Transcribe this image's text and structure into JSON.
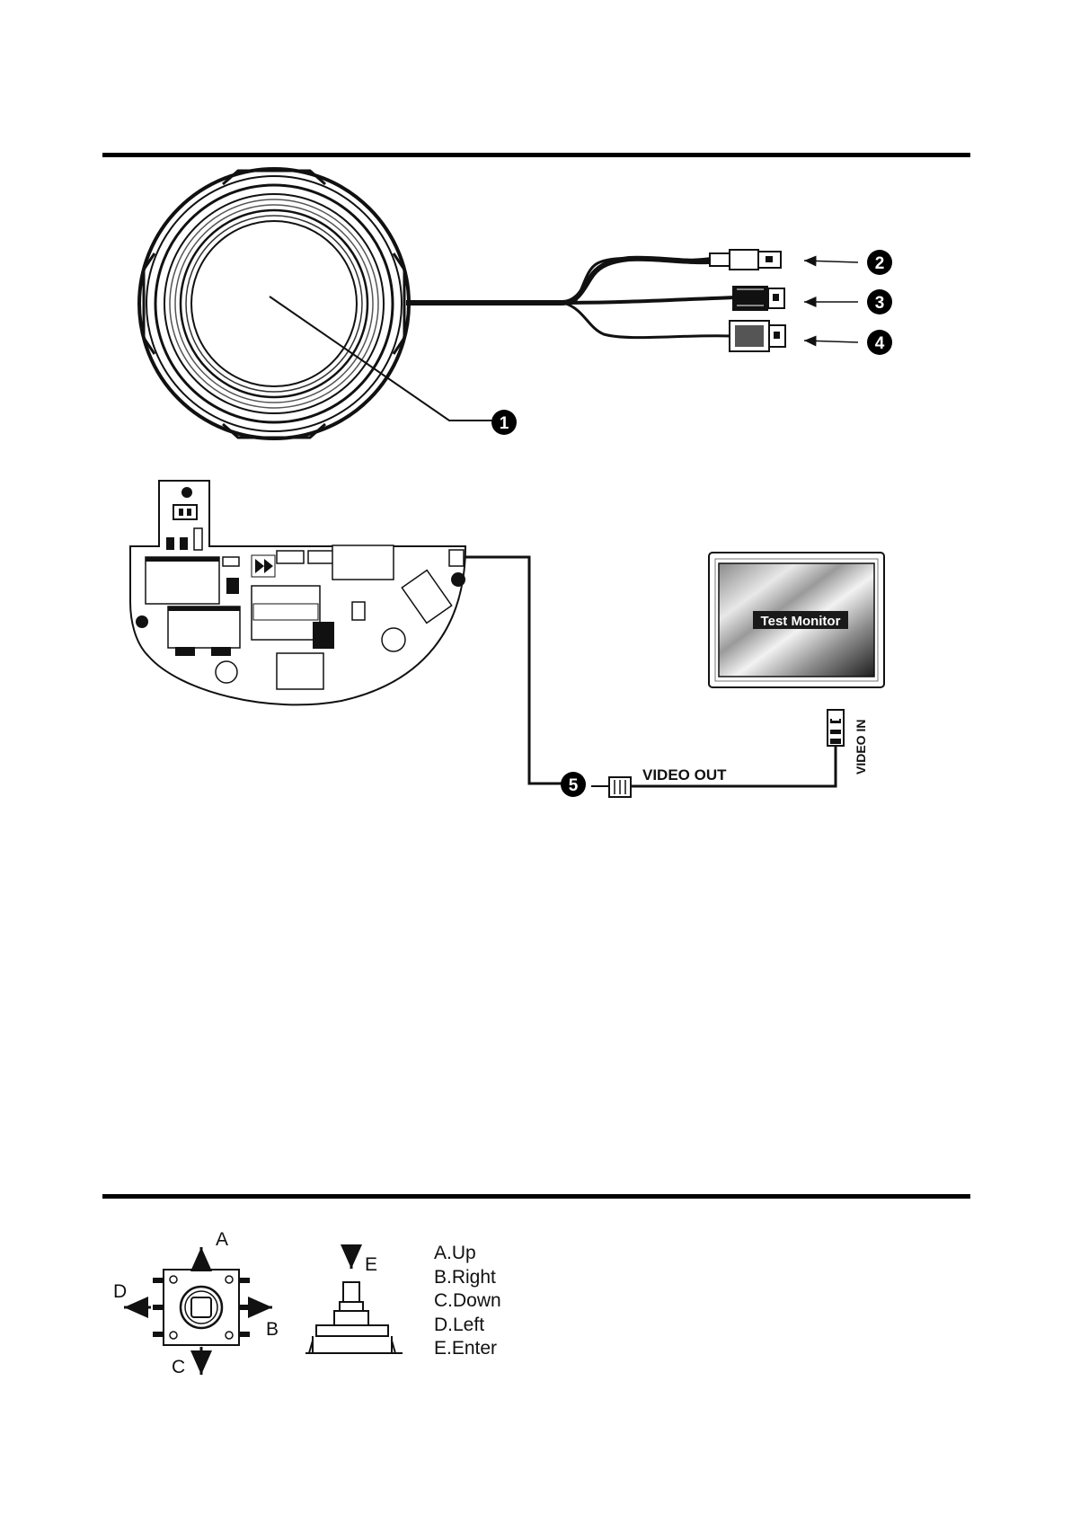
{
  "callouts": [
    "1",
    "2",
    "3",
    "4",
    "5"
  ],
  "monitor_label": "Test Monitor",
  "video_out_label": "VIDEO OUT",
  "video_in_label": "VIDEO IN",
  "joystick_arrows": {
    "up": "A",
    "right": "B",
    "down": "C",
    "left": "D",
    "enter": "E"
  },
  "legend": [
    "A.Up",
    "B.Right",
    "C.Down",
    "D.Left",
    "E.Enter"
  ]
}
